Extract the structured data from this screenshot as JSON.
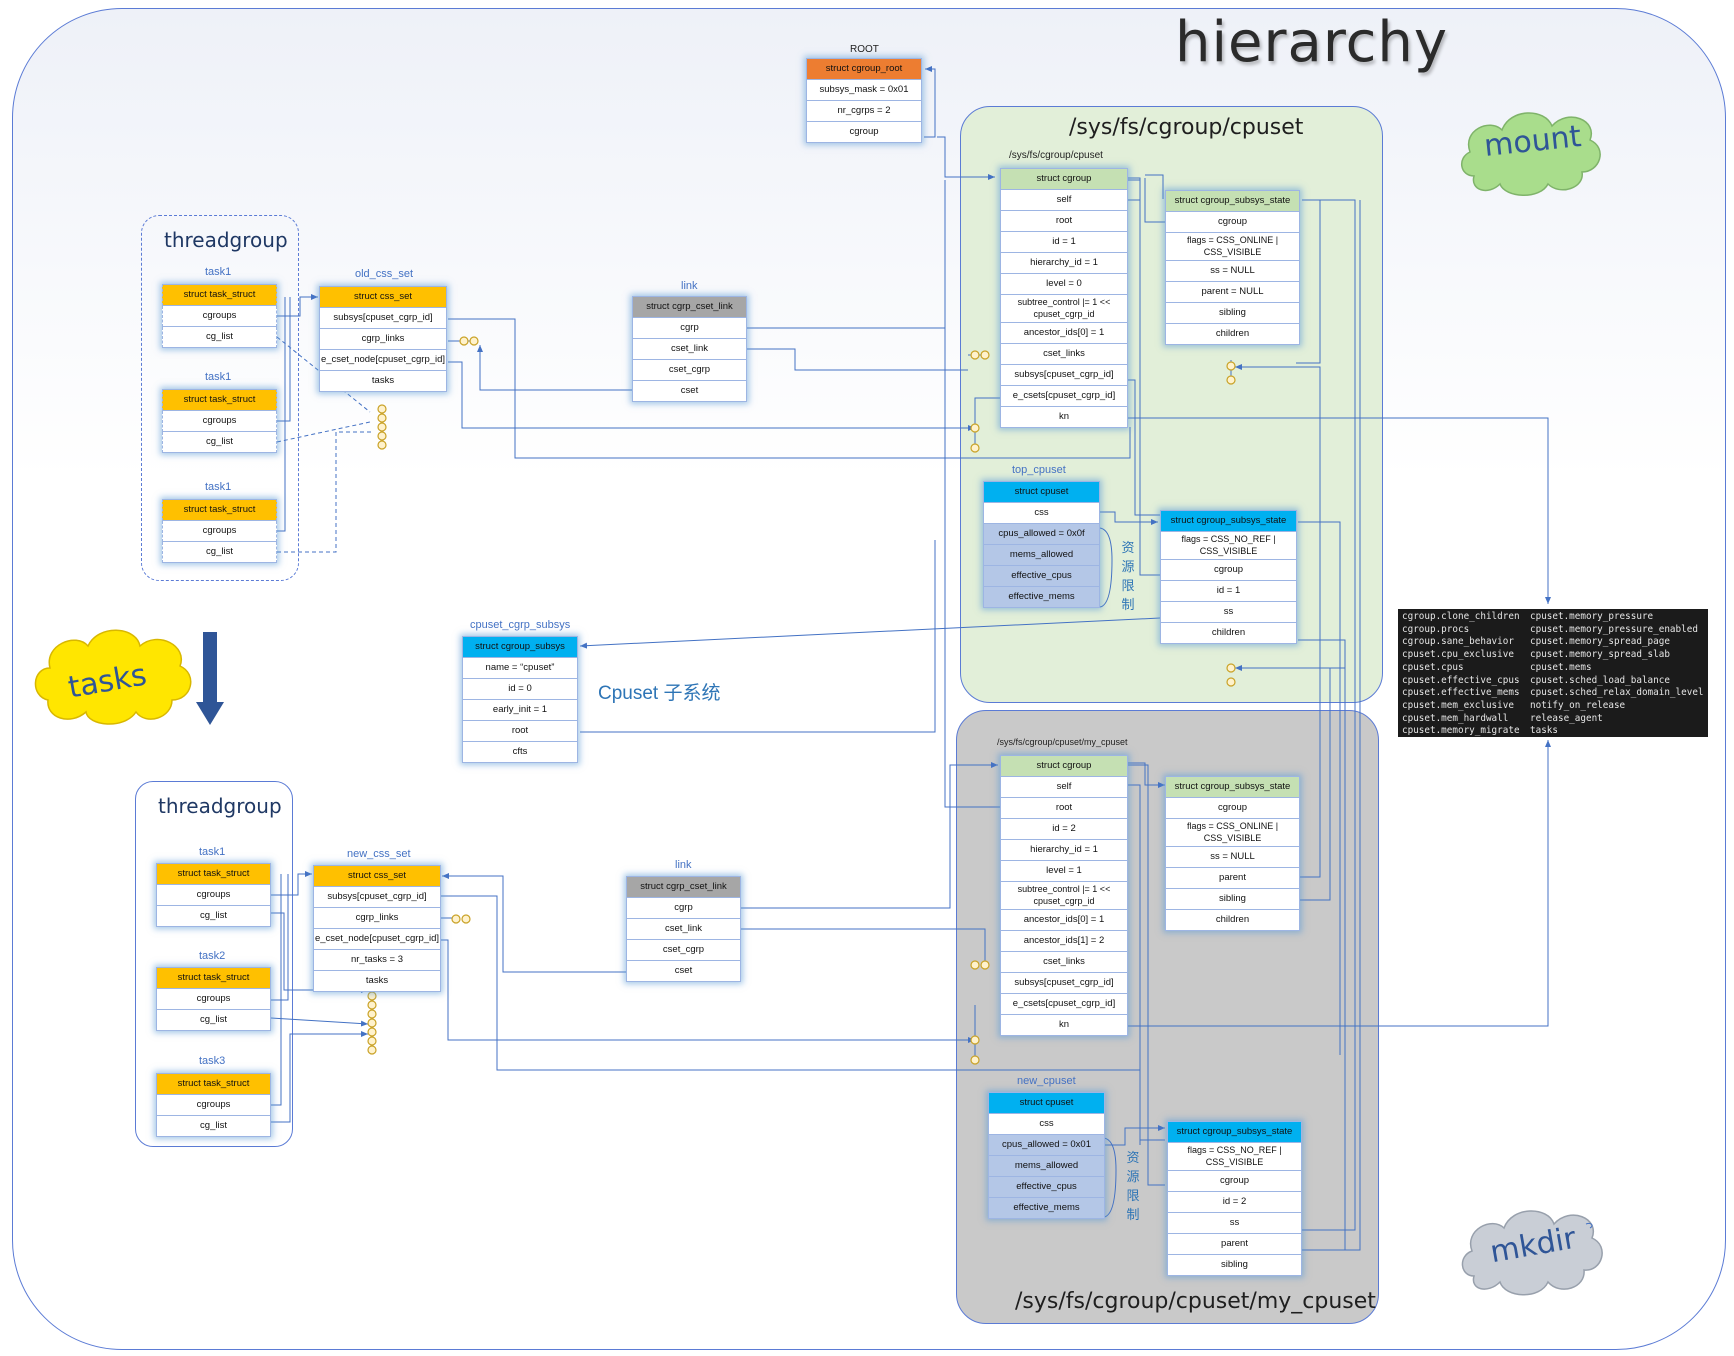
{
  "title": "hierarchy",
  "zones": {
    "cpuset_root": "/sys/fs/cgroup/cpuset",
    "my_cpuset": "/sys/fs/cgroup/cpuset/my_cpuset"
  },
  "clouds": {
    "mount": "mount",
    "tasks": "tasks",
    "mkdir": "mkdir"
  },
  "root": {
    "label": "ROOT",
    "cells": [
      "struct cgroup_root",
      "subsys_mask = 0x01",
      "nr_cgrps = 2",
      "cgroup"
    ]
  },
  "threadgroup_old": {
    "title": "threadgroup",
    "tasks": [
      {
        "label": "task1",
        "cells": [
          "struct task_struct",
          "cgroups",
          "cg_list"
        ]
      },
      {
        "label": "task1",
        "cells": [
          "struct task_struct",
          "cgroups",
          "cg_list"
        ]
      },
      {
        "label": "task1",
        "cells": [
          "struct task_struct",
          "cgroups",
          "cg_list"
        ]
      }
    ]
  },
  "threadgroup_new": {
    "title": "threadgroup",
    "tasks": [
      {
        "label": "task1",
        "cells": [
          "struct task_struct",
          "cgroups",
          "cg_list"
        ]
      },
      {
        "label": "task2",
        "cells": [
          "struct task_struct",
          "cgroups",
          "cg_list"
        ]
      },
      {
        "label": "task3",
        "cells": [
          "struct task_struct",
          "cgroups",
          "cg_list"
        ]
      }
    ]
  },
  "old_css_set": {
    "label": "old_css_set",
    "cells": [
      "struct css_set",
      "subsys[cpuset_cgrp_id]",
      "cgrp_links",
      "e_cset_node[cpuset_cgrp_id]",
      "tasks"
    ]
  },
  "new_css_set": {
    "label": "new_css_set",
    "cells": [
      "struct css_set",
      "subsys[cpuset_cgrp_id]",
      "cgrp_links",
      "e_cset_node[cpuset_cgrp_id]",
      "nr_tasks = 3",
      "tasks"
    ]
  },
  "link_old": {
    "label": "link",
    "cells": [
      "struct cgrp_cset_link",
      "cgrp",
      "cset_link",
      "cset_cgrp",
      "cset"
    ]
  },
  "link_new": {
    "label": "link",
    "cells": [
      "struct cgrp_cset_link",
      "cgrp",
      "cset_link",
      "cset_cgrp",
      "cset"
    ]
  },
  "cpuset_subsys": {
    "label": "cpuset_cgrp_subsys",
    "cells": [
      "struct cgroup_subsys",
      "name = “cpuset”",
      "id = 0",
      "early_init = 1",
      "root",
      "cfts"
    ],
    "caption": "Cpuset 子系统"
  },
  "cgroup_root_dir": {
    "label": "/sys/fs/cgroup/cpuset",
    "cells": [
      "struct cgroup",
      "self",
      "root",
      "id = 1",
      "hierarchy_id = 1",
      "level = 0",
      "subtree_control |= 1 << cpuset_cgrp_id",
      "ancestor_ids[0] = 1",
      "cset_links",
      "subsys[cpuset_cgrp_id]",
      "e_csets[cpuset_cgrp_id]",
      "kn"
    ]
  },
  "css_root_self": {
    "cells": [
      "struct cgroup_subsys_state",
      "cgroup",
      "flags = CSS_ONLINE | CSS_VISIBLE",
      "ss = NULL",
      "parent = NULL",
      "sibling",
      "children"
    ]
  },
  "top_cpuset": {
    "label": "top_cpuset",
    "cells": [
      "struct cpuset",
      "css",
      "cpus_allowed = 0x0f",
      "mems_allowed",
      "effective_cpus",
      "effective_mems"
    ],
    "limit": [
      "资",
      "源",
      "限",
      "制"
    ]
  },
  "css_root_cpuset": {
    "cells": [
      "struct cgroup_subsys_state",
      "flags = CSS_NO_REF | CSS_VISIBLE",
      "cgroup",
      "id = 1",
      "ss",
      "children"
    ]
  },
  "cgroup_my": {
    "label": "/sys/fs/cgroup/cpuset/my_cpuset",
    "cells": [
      "struct cgroup",
      "self",
      "root",
      "id = 2",
      "hierarchy_id = 1",
      "level = 1",
      "subtree_control |= 1 << cpuset_cgrp_id",
      "ancestor_ids[0] = 1",
      "ancestor_ids[1] = 2",
      "cset_links",
      "subsys[cpuset_cgrp_id]",
      "e_csets[cpuset_cgrp_id]",
      "kn"
    ]
  },
  "css_my_self": {
    "cells": [
      "struct cgroup_subsys_state",
      "cgroup",
      "flags = CSS_ONLINE | CSS_VISIBLE",
      "ss = NULL",
      "parent",
      "sibling",
      "children"
    ]
  },
  "new_cpuset": {
    "label": "new_cpuset",
    "cells": [
      "struct cpuset",
      "css",
      "cpus_allowed = 0x01",
      "mems_allowed",
      "effective_cpus",
      "effective_mems"
    ],
    "limit": [
      "资",
      "源",
      "限",
      "制"
    ]
  },
  "css_my_cpuset": {
    "cells": [
      "struct cgroup_subsys_state",
      "flags = CSS_NO_REF | CSS_VISIBLE",
      "cgroup",
      "id = 2",
      "ss",
      "parent",
      "sibling"
    ]
  },
  "terminal": {
    "col1": [
      "cgroup.clone_children",
      "cgroup.procs",
      "cgroup.sane_behavior",
      "cpuset.cpu_exclusive",
      "cpuset.cpus",
      "cpuset.effective_cpus",
      "cpuset.effective_mems",
      "cpuset.mem_exclusive",
      "cpuset.mem_hardwall",
      "cpuset.memory_migrate"
    ],
    "col2": [
      "cpuset.memory_pressure",
      "cpuset.memory_pressure_enabled",
      "cpuset.memory_spread_page",
      "cpuset.memory_spread_slab",
      "cpuset.mems",
      "cpuset.sched_load_balance",
      "cpuset.sched_relax_domain_level",
      "notify_on_release",
      "release_agent",
      "tasks"
    ]
  },
  "colors": {
    "accent": "#4472c4",
    "task_header": "#ffc000",
    "root_header": "#ed7d31",
    "link_header": "#a6a6a6",
    "cgroup_header": "#c5e0b3",
    "cpuset_header": "#00b0f0",
    "green_zone": "#e2efd9",
    "grey_zone": "#c9c9c9"
  }
}
